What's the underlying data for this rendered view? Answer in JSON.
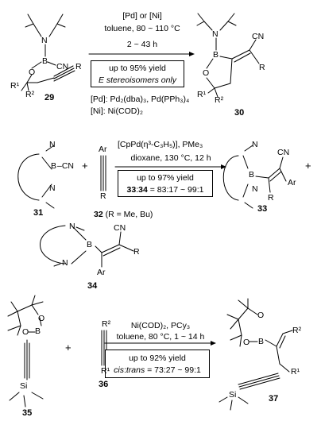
{
  "r1": {
    "cond_line1": "[Pd] or [Ni]",
    "cond_line2": "toluene, 80 ~ 110 °C",
    "cond_line3": "2 ~ 43 h",
    "box_line1": "up to 95% yield",
    "box_line2": "E stereoisomers only",
    "note_pd": "[Pd]: Pd₂(dba)₃, Pd(PPh₃)₄",
    "note_ni": "[Ni]: Ni(COD)₂",
    "cpd_sm": "29",
    "cpd_prod": "30"
  },
  "r2": {
    "cond_line1": "[CpPd(η³-C₃H₅)], PMe₃",
    "cond_line2": "dioxane, 130 °C, 12 h",
    "box_line1": "up to 97% yield",
    "box_line2_a": "33",
    "box_line2_b": ":",
    "box_line2_c": "34",
    "box_line2_d": " = 83:17 ~ 99:1",
    "cpd_31": "31",
    "cpd_32": "32",
    "cpd_32_note": " (R = Me, Bu)",
    "cpd_33": "33",
    "cpd_34": "34",
    "plus": "+"
  },
  "r3": {
    "cond_line1": "Ni(COD)₂, PCy₃",
    "cond_line2": "toluene, 80 °C, 1 ~ 14 h",
    "box_line1": "up to 92% yield",
    "box_line2_a": "cis",
    "box_line2_b": ":",
    "box_line2_c": "trans",
    "box_line2_d": " = 73:27 ~ 99:1",
    "cpd_35": "35",
    "cpd_36": "36",
    "cpd_37": "37",
    "plus": "+"
  },
  "atoms": {
    "N": "N",
    "B": "B",
    "O": "O",
    "CN": "CN",
    "R": "R",
    "R1": "R¹",
    "R2": "R²",
    "Ar": "Ar",
    "Si": "Si",
    "minusCN": "–CN"
  }
}
